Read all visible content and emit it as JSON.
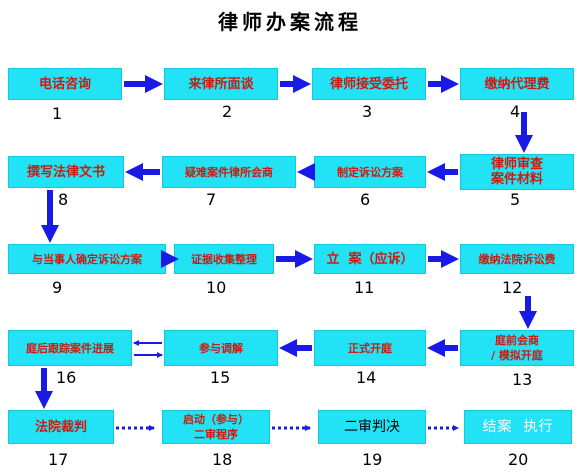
{
  "title": "律师办案流程",
  "steps": [
    {
      "label": "电话咨询",
      "num": "1"
    },
    {
      "label": "来律所面谈",
      "num": "2"
    },
    {
      "label": "律师接受委托",
      "num": "3"
    },
    {
      "label": "缴纳代理费",
      "num": "4"
    },
    {
      "label": "律师审查\n案件材料",
      "num": "5"
    },
    {
      "label": "制定诉讼方案",
      "num": "6"
    },
    {
      "label": "疑难案件律所会商",
      "num": "7"
    },
    {
      "label": "撰写法律文书",
      "num": "8"
    },
    {
      "label": "与当事人确定诉讼方案",
      "num": "9"
    },
    {
      "label": "证据收集整理",
      "num": "10"
    },
    {
      "label": "立  案（应诉）",
      "num": "11"
    },
    {
      "label": "缴纳法院诉讼费",
      "num": "12"
    },
    {
      "label": "庭前会商\n/ 模拟开庭",
      "num": "13"
    },
    {
      "label": "正式开庭",
      "num": "14"
    },
    {
      "label": "参与调解",
      "num": "15"
    },
    {
      "label": "庭后跟踪案件进展",
      "num": "16"
    },
    {
      "label": "法院裁判",
      "num": "17"
    },
    {
      "label": "启动（参与）\n二审程序",
      "num": "18"
    },
    {
      "label": "二审判决",
      "num": "19"
    },
    {
      "label": "结案  执行",
      "num": "20"
    }
  ],
  "colors": {
    "box": "#22e3f5",
    "arrow": "#1a1ae6",
    "label": "#cc1a10"
  }
}
